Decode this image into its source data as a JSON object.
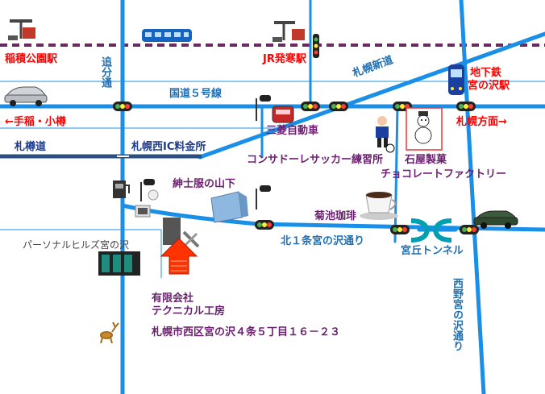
{
  "labels": {
    "inazumi_station": "稲積公園駅",
    "jr_hassamu_station": "JR発寒駅",
    "subway_miyanosawa": "地下鉄",
    "subway_miyanosawa2": "宮の沢駅",
    "route5": "国道５号線",
    "sapporo_shindo": "札幌新道",
    "oiwake_dori": "追分通",
    "teine_otaru": "←手稲・小樽",
    "sapporo_direction": "札幌方面→",
    "sanryo": "三菱自動車",
    "otaru_road": "札樽道",
    "toll": "札幌西IC料金所",
    "consadole": "コンサドーレサッカー練習所",
    "ishiya1": "石屋製菓",
    "ishiya2": "チョコレートファクトリー",
    "yamashita": "紳士服の山下",
    "kikuchi": "菊池珈琲",
    "kita1jo": "北１条宮の沢通り",
    "miyaoka_tunnel": "宮丘トンネル",
    "personal_hills": "パーソナルヒルズ宮の沢",
    "company1": "有限会社",
    "company2": "テクニカル工房",
    "address": "札幌市西区宮の沢４条５丁目１６－２３",
    "nishino_road": "西野宮の沢通り"
  },
  "colors": {
    "road": "#1a8fe8",
    "rail": "#6b2a5f",
    "expressway": "#2a4f80",
    "marker": "#ff3300"
  }
}
